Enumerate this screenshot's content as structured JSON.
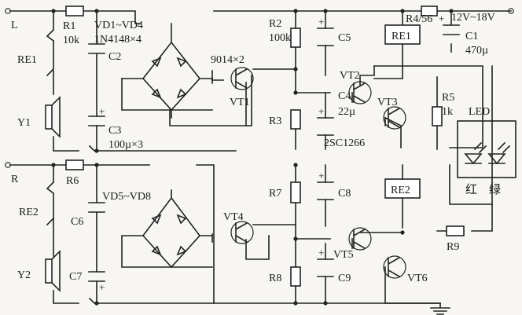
{
  "terminals": {
    "left": "L",
    "right": "R"
  },
  "left_channel": {
    "r1": "R1",
    "r1_value": "10k",
    "re1": "RE1",
    "speaker": "Y1",
    "c2": "C2",
    "c3": "C3",
    "c3_value": "100µ×3",
    "bridge": "VD1~VD4",
    "bridge_part": "1N4148×4",
    "vt1": "VT1",
    "vt1_part": "9014×2",
    "r2": "R2",
    "r2_value": "100k",
    "r3": "R3",
    "c4": "C4",
    "c4_value": "22µ",
    "c5": "C5",
    "vt2": "VT2",
    "vt3": "VT3",
    "vt_part": "2SC1266"
  },
  "supply": {
    "r4": "R4/56",
    "voltage": "12V~18V",
    "c1": "C1",
    "c1_value": "470µ",
    "relay1": "RE1"
  },
  "indicator": {
    "r5": "R5",
    "r5_value": "1k",
    "led": "LED",
    "red": "红",
    "green": "绿"
  },
  "right_channel": {
    "r6": "R6",
    "re2": "RE2",
    "speaker": "Y2",
    "c6": "C6",
    "c7": "C7",
    "bridge": "VD5~VD8",
    "vt4": "VT4",
    "r7": "R7",
    "c8": "C8",
    "relay2": "RE2",
    "r8": "R8",
    "vt5": "VT5",
    "c9": "C9",
    "vt6": "VT6",
    "r9": "R9"
  }
}
